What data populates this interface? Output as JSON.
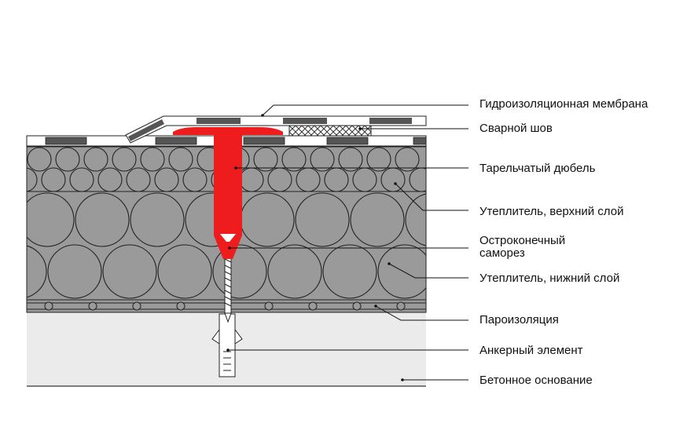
{
  "colors": {
    "insulation": "#9a9a9a",
    "insulation_stroke": "#222222",
    "concrete": "#ebebeb",
    "fastener": "#ee1c1c",
    "membrane_block": "#555555",
    "line": "#111111"
  },
  "labels": {
    "membrane": "Гидроизоляционная мембрана",
    "weld_seam": "Сварной шов",
    "plate_dowel": "Тарельчатый дюбель",
    "insulation_upper": "Утеплитель, верхний слой",
    "screw_line1": "Остроконечный",
    "screw_line2": "саморез",
    "insulation_lower": "Утеплитель, нижний слой",
    "vapor_barrier": "Пароизоляция",
    "anchor": "Анкерный элемент",
    "concrete_base": "Бетонное основание"
  }
}
